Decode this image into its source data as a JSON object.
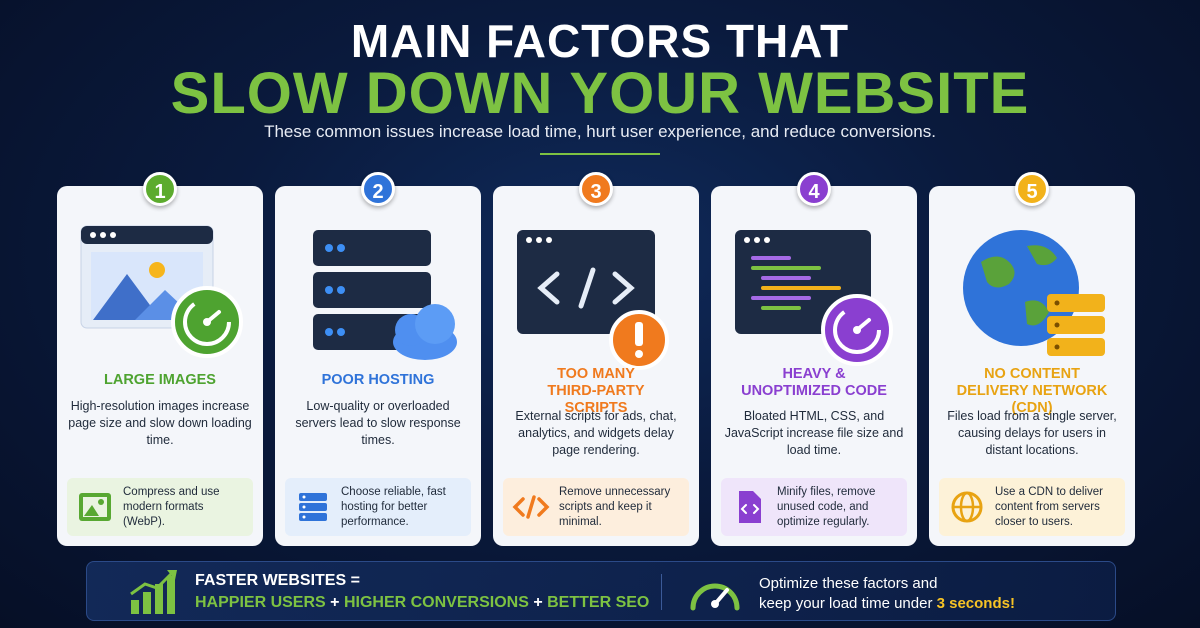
{
  "header": {
    "title_line1": "MAIN FACTORS THAT",
    "title_line2": "SLOW DOWN YOUR WEBSITE",
    "subtitle": "These common issues increase load time, hurt user experience, and reduce conversions."
  },
  "cards": [
    {
      "number": "1",
      "title": "LARGE IMAGES",
      "description": "High-resolution images increase page size and slow down loading time.",
      "tip": "Compress and use modern formats (WebP).",
      "color": "#5cab2e",
      "icon": "image-gauge-icon",
      "tip_icon": "image-icon"
    },
    {
      "number": "2",
      "title": "POOR HOSTING",
      "description": "Low-quality or overloaded servers lead to slow response times.",
      "tip": "Choose reliable, fast hosting for better performance.",
      "color": "#2f73d9",
      "icon": "server-cloud-icon",
      "tip_icon": "server-icon"
    },
    {
      "number": "3",
      "title": "TOO MANY THIRD-PARTY SCRIPTS",
      "description": "External scripts for ads, chat, analytics, and widgets delay page rendering.",
      "tip": "Remove unnecessary scripts and keep it minimal.",
      "color": "#f07a1e",
      "icon": "code-warning-icon",
      "tip_icon": "code-icon"
    },
    {
      "number": "4",
      "title": "HEAVY & UNOPTIMIZED CODE",
      "description": "Bloated HTML, CSS, and JavaScript increase file size and load time.",
      "tip": "Minify files, remove unused code, and optimize regularly.",
      "color": "#8a3fd0",
      "icon": "code-editor-gauge-icon",
      "tip_icon": "code-file-icon"
    },
    {
      "number": "5",
      "title": "NO CONTENT DELIVERY NETWORK (CDN)",
      "description": "Files load from a single server, causing delays for users in distant locations.",
      "tip": "Use a CDN to deliver content from servers closer to users.",
      "color": "#f2b21b",
      "icon": "globe-server-icon",
      "tip_icon": "globe-icon"
    }
  ],
  "footer": {
    "left_line1": "FASTER WEBSITES =",
    "left_p1": "HAPPIER USERS",
    "plus": "+",
    "left_p2": "HIGHER CONVERSIONS",
    "left_p3": "BETTER SEO",
    "right_line1": "Optimize these factors and",
    "right_line2": "keep your load time under",
    "right_highlight": "3 seconds!"
  }
}
